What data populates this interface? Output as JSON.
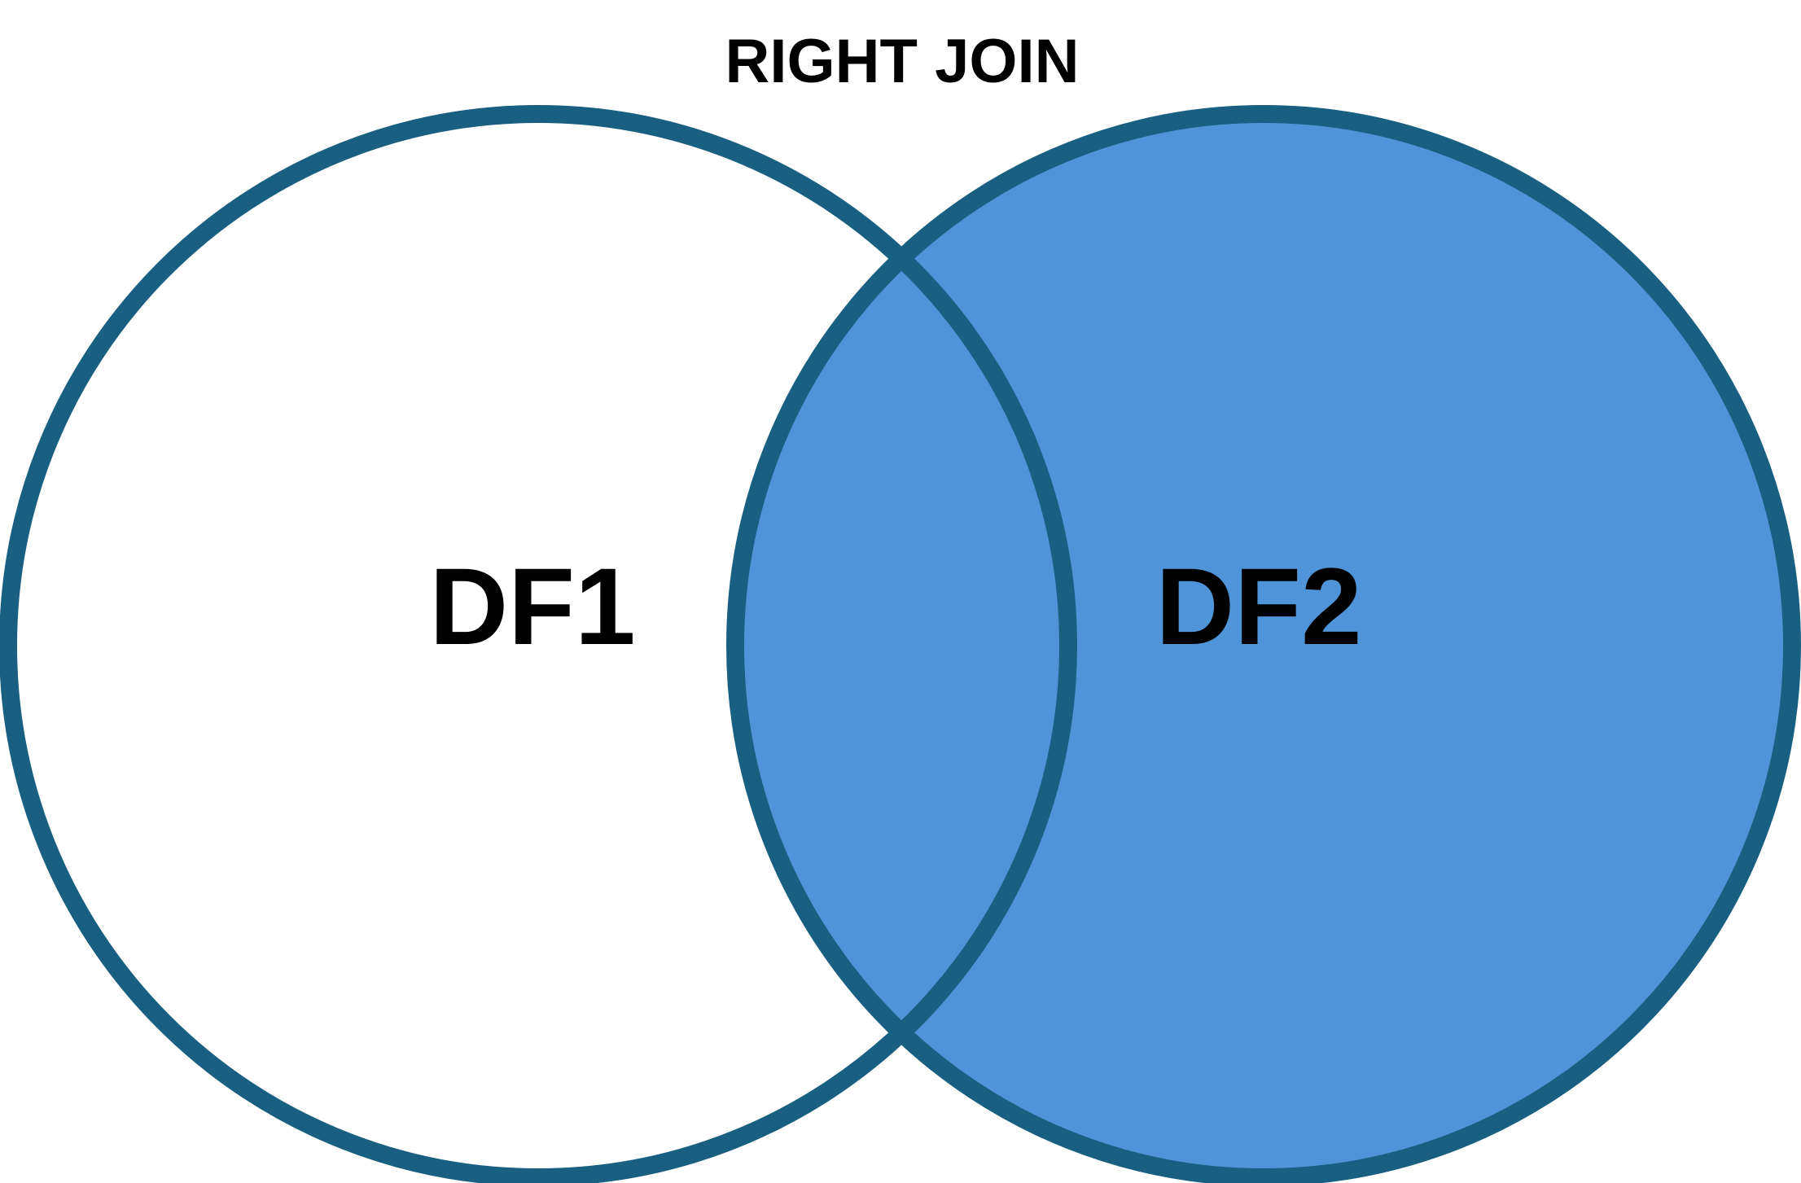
{
  "diagram": {
    "title": "RIGHT JOIN",
    "left_set": {
      "label": "DF1",
      "fill": "#ffffff"
    },
    "right_set": {
      "label": "DF2",
      "fill": "#4f94d8"
    },
    "outline_color": "#195f82",
    "background": "#ffffff"
  }
}
